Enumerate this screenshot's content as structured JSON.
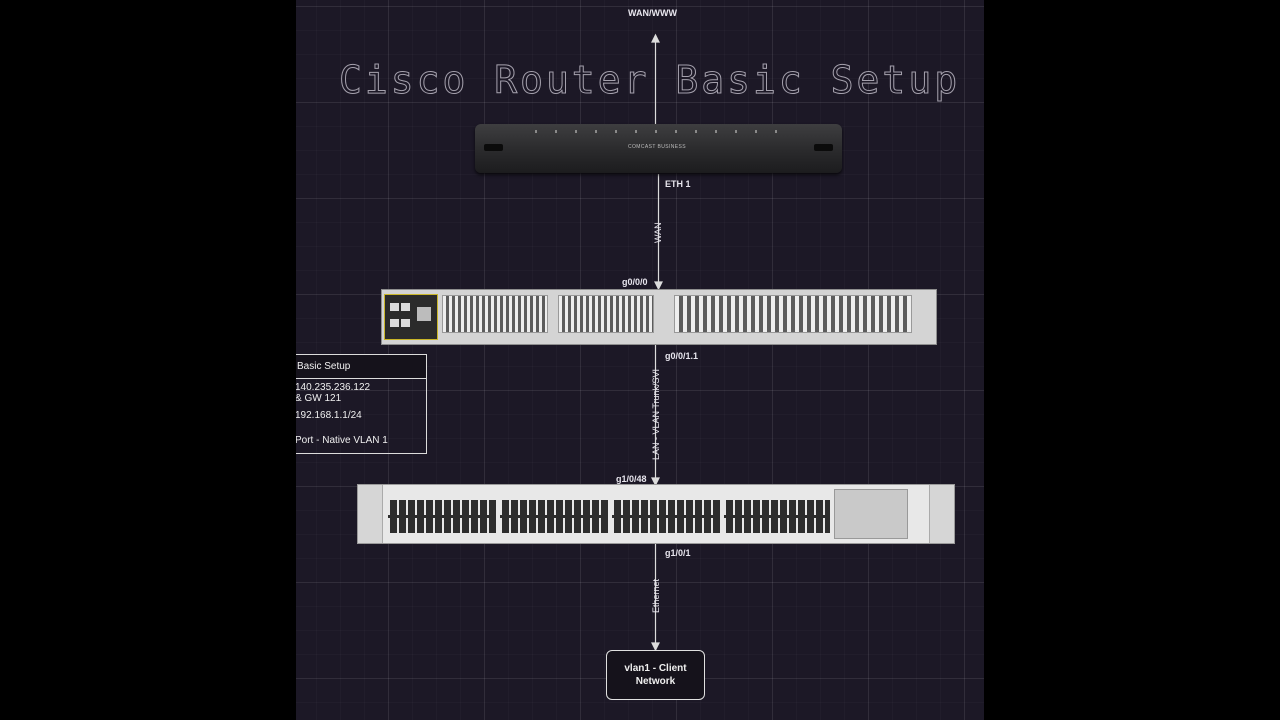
{
  "diagram": {
    "title": "Cisco Router Basic Setup",
    "wan_label": "WAN/WWW",
    "modem_brand": "COMCAST BUSINESS",
    "modem_port": "ETH 1",
    "link_wan": "WAN",
    "router_wan_port": "g0/0/0",
    "router_lan_port": "g0/0/1.1",
    "link_trunk": "LAN - VLAN Trunk/SVI",
    "switch_uplink_port": "g1/0/48",
    "switch_access_port": "g1/0/1",
    "link_ethernet": "Ethernet",
    "client_network": "vlan1 - Client\nNetwork",
    "info_box": {
      "header": "Basic Setup",
      "line1": "140.235.236.122",
      "line2": "& GW 121",
      "line3": "192.168.1.1/24",
      "line4": "Port - Native VLAN 1"
    }
  },
  "colors": {
    "background": "#1c1826",
    "line": "#dcdcdc",
    "text": "#e8e6ee"
  }
}
